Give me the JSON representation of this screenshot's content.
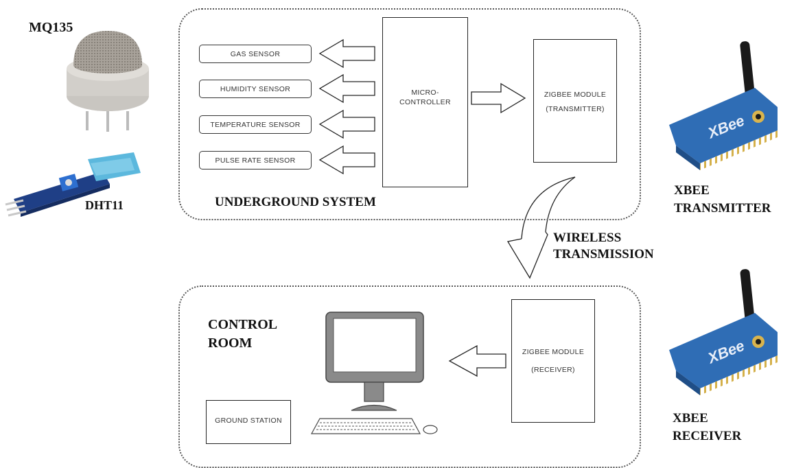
{
  "components": {
    "mq135_label": "MQ135",
    "dht11_label": "DHT11",
    "xbee_tx_label_1": "XBEE",
    "xbee_tx_label_2": "TRANSMITTER",
    "xbee_rx_label_1": "XBEE",
    "xbee_rx_label_2": "RECEIVER",
    "xbee_chip_text": "XBee"
  },
  "underground": {
    "title": "UNDERGROUND SYSTEM",
    "sensors": [
      "GAS SENSOR",
      "HUMIDITY SENSOR",
      "TEMPERATURE SENSOR",
      "PULSE RATE SENSOR"
    ],
    "microcontroller_1": "MICRO-",
    "microcontroller_2": "CONTROLLER",
    "zigbee_1": "ZIGBEE MODULE",
    "zigbee_2": "(TRANSMITTER)"
  },
  "wireless": {
    "label_1": "WIRELESS",
    "label_2": "TRANSMISSION"
  },
  "control": {
    "title_1": "CONTROL",
    "title_2": "ROOM",
    "ground_station": "GROUND STATION",
    "zigbee_1": "ZIGBEE MODULE",
    "zigbee_2": "(RECEIVER)"
  },
  "colors": {
    "xbee_board": "#2f6db5",
    "monitor_frame": "#8a8a8a",
    "sensor_mesh": "#9a948a",
    "dht_sensor": "#5cb8dd"
  }
}
